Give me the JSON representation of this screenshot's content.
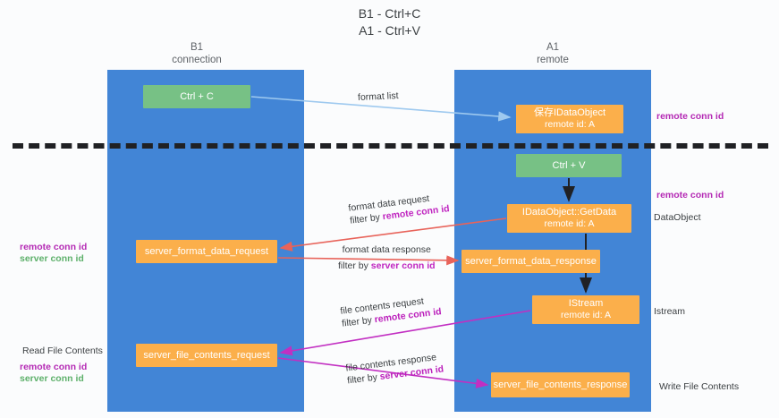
{
  "title": {
    "line1": "B1 - Ctrl+C",
    "line2": "A1 - Ctrl+V"
  },
  "lanes": [
    {
      "id": "b1",
      "name": "B1",
      "role": "connection"
    },
    {
      "id": "a1",
      "name": "A1",
      "role": "remote"
    }
  ],
  "nodes": {
    "ctrl_c": {
      "label": "Ctrl + C",
      "color": "#77c185"
    },
    "store_dataobject": {
      "label": "保存IDataObject",
      "sub": "remote id: A",
      "color": "#fbaf4b"
    },
    "ctrl_v": {
      "label": "Ctrl + V",
      "color": "#77c185"
    },
    "getdata": {
      "label": "IDataObject::GetData",
      "sub": "remote id: A",
      "color": "#fbaf4b"
    },
    "server_format_data_request": {
      "label": "server_format_data_request",
      "color": "#fbaf4b"
    },
    "server_format_data_response": {
      "label": "server_format_data_response",
      "color": "#fbaf4b"
    },
    "istream": {
      "label": "IStream",
      "sub": "remote id: A",
      "color": "#fbaf4b"
    },
    "server_file_contents_request": {
      "label": "server_file_contents_request",
      "color": "#fbaf4b"
    },
    "server_file_contents_response": {
      "label": "server_file_contents_response",
      "color": "#fbaf4b"
    }
  },
  "edges": {
    "format_list": {
      "label": "format list",
      "color": "#9ec9ef"
    },
    "format_data_request": {
      "label": "format data request",
      "filter_prefix": "filter by ",
      "filter_key": "remote conn id",
      "color": "#e8635a"
    },
    "format_data_response": {
      "label": "format data response",
      "filter_prefix": "filter by ",
      "filter_key": "server conn id",
      "color": "#e8635a"
    },
    "file_contents_request": {
      "label": "file contents request",
      "filter_prefix": "filter by ",
      "filter_key": "remote conn id",
      "color": "#c22fc2"
    },
    "file_contents_response": {
      "label": "file contents response",
      "filter_prefix": "filter by ",
      "filter_key": "server conn id",
      "color": "#c22fc2"
    }
  },
  "annotations": {
    "right_remote_conn_id_top": "remote conn id",
    "right_remote_conn_id_mid": "remote conn id",
    "right_dataobject": "DataObject",
    "right_istream": "Istream",
    "right_write_file_contents": "Write File Contents",
    "left_remote_conn_id_mid": "remote conn id",
    "left_server_conn_id_mid": "server conn id",
    "left_read_file_contents": "Read File Contents",
    "left_remote_conn_id_bottom": "remote conn id",
    "left_server_conn_id_bottom": "server conn id"
  },
  "colors": {
    "lane": "#4285d6",
    "green_node": "#77c185",
    "orange_node": "#fbaf4b",
    "purple_key": "#b429b4",
    "green_key": "#5db06a",
    "red_arrow": "#e8635a",
    "magenta_arrow": "#c22fc2",
    "blue_arrow": "#9ec9ef",
    "divider": "#202124",
    "background": "#fbfcfd"
  }
}
